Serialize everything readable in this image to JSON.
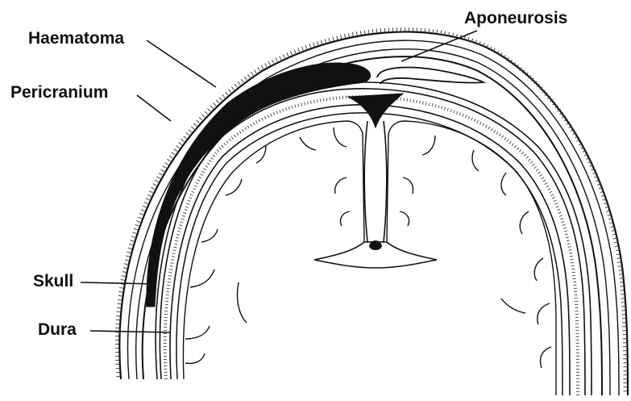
{
  "diagram": {
    "labels": {
      "haematoma": "Haematoma",
      "pericranium": "Pericranium",
      "aponeurosis": "Aponeurosis",
      "skull": "Skull",
      "dura": "Dura"
    },
    "colors": {
      "ink": "#111111",
      "haematoma_fill": "#111111",
      "background": "#ffffff"
    }
  }
}
